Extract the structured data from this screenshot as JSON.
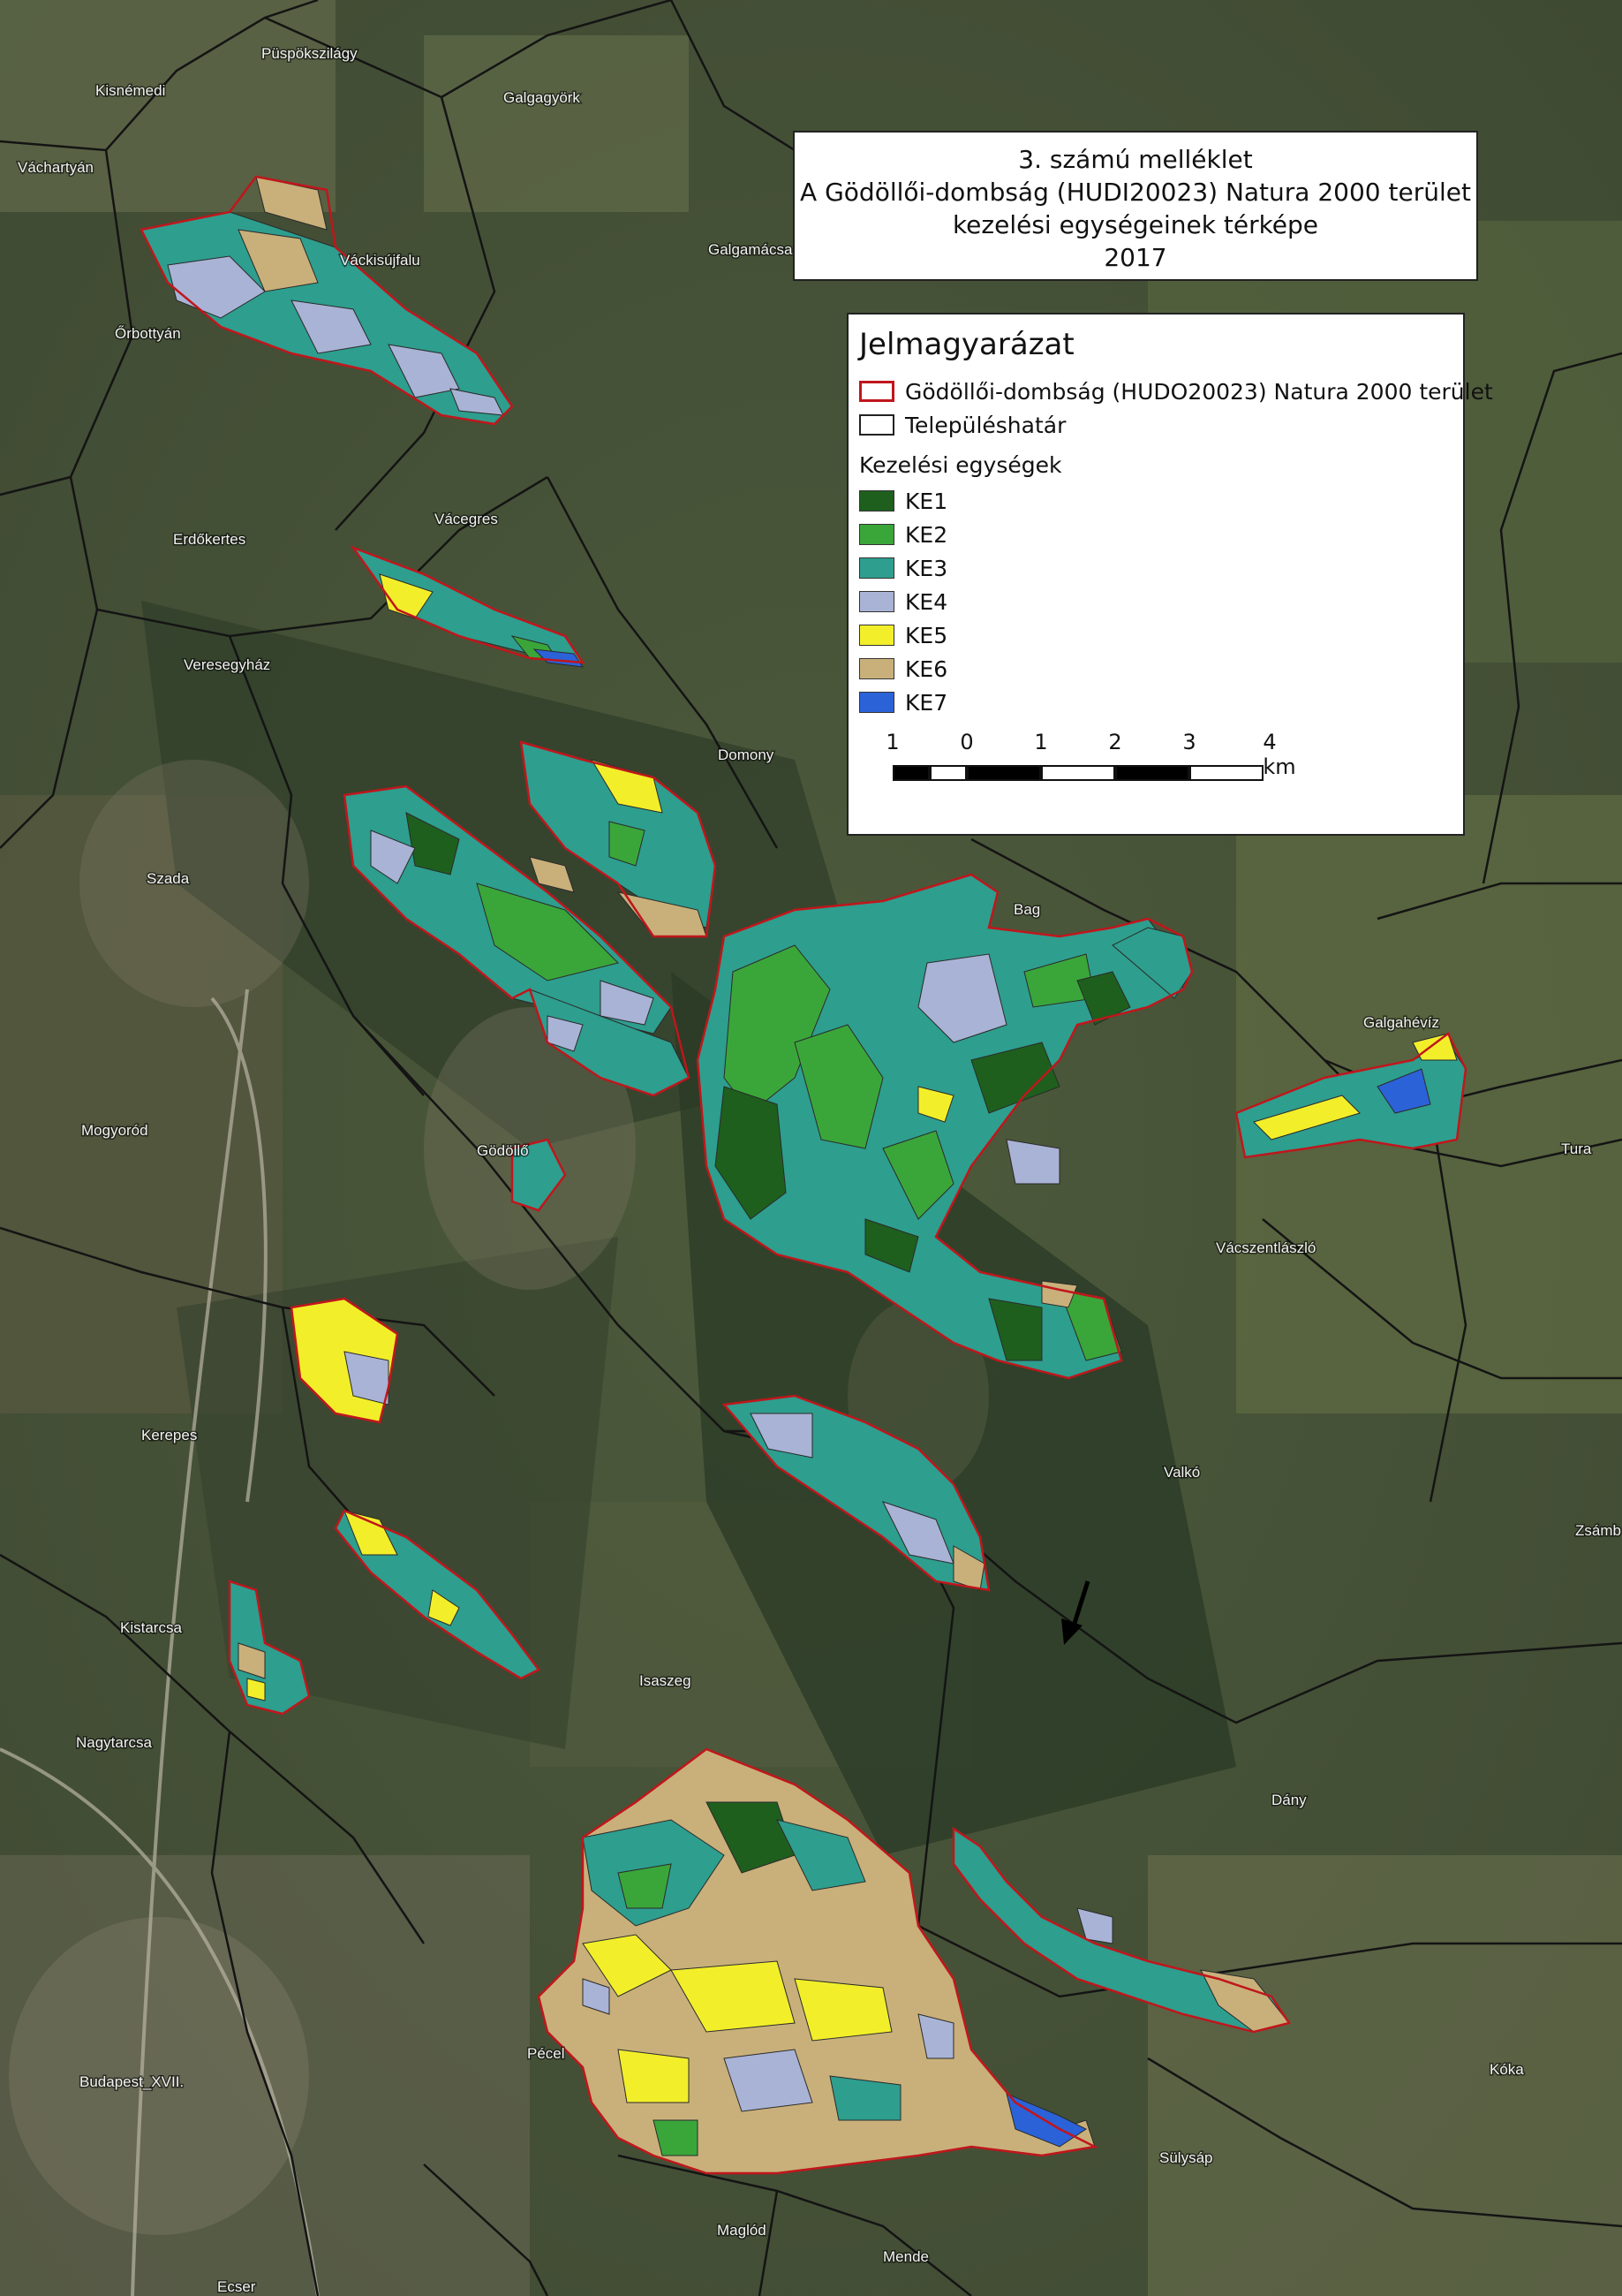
{
  "title": {
    "line1": "3. számú melléklet",
    "line2": "A Gödöllői-dombság (HUDI20023) Natura 2000 terület",
    "line3": "kezelési egységeinek térképe",
    "line4": "2017"
  },
  "legend": {
    "heading": "Jelmagyarázat",
    "boundary_label": "Gödöllői-dombság (HUDO20023) Natura 2000 terület",
    "boundary_color": "#c0161c",
    "settlement_label": "Településhatár",
    "units_heading": "Kezelési egységek",
    "units": [
      {
        "label": "KE1",
        "color": "#1e5f1e"
      },
      {
        "label": "KE2",
        "color": "#3aa63a"
      },
      {
        "label": "KE3",
        "color": "#2e9e8e"
      },
      {
        "label": "KE4",
        "color": "#a9b3d6"
      },
      {
        "label": "KE5",
        "color": "#f2ef2a"
      },
      {
        "label": "KE6",
        "color": "#c9b07a"
      },
      {
        "label": "KE7",
        "color": "#2b62d8"
      }
    ]
  },
  "scale": {
    "labels": [
      "1",
      "0",
      "1",
      "2",
      "3",
      "4 km"
    ]
  },
  "places": {
    "puspokszilagy": "Püspökszilágy",
    "kisnemedi": "Kisnémedi",
    "galgagyork": "Galgagyörk",
    "vachartyan": "Váchartyán",
    "galgamacsa": "Galgamácsa",
    "vackisujfalu": "Váckisújfalu",
    "orbottyan": "Őrbottyán",
    "vacegres": "Vácegres",
    "erdokertes": "Erdőkertes",
    "veresegyhaz": "Veresegyház",
    "domony": "Domony",
    "szada": "Szada",
    "bag": "Bag",
    "galgaheviz": "Galgahévíz",
    "mogyorod": "Mogyoród",
    "godollo": "Gödöllő",
    "tura": "Tura",
    "vacszentlaszlo": "Vácszentlászló",
    "kerepes": "Kerepes",
    "valko": "Valkó",
    "zsambok": "Zsámb",
    "kistarcsa": "Kistarcsa",
    "isaszeg": "Isaszeg",
    "nagytarcsa": "Nagytarcsa",
    "dany": "Dány",
    "pecel": "Pécel",
    "budapest": "Budapest_XVII.",
    "koka": "Kóka",
    "sulysap": "Sülysáp",
    "maglod": "Maglód",
    "mende": "Mende",
    "ecser": "Ecser"
  },
  "colors": {
    "background_imagery": "#4b5a3a",
    "settlement_line": "#141414"
  }
}
